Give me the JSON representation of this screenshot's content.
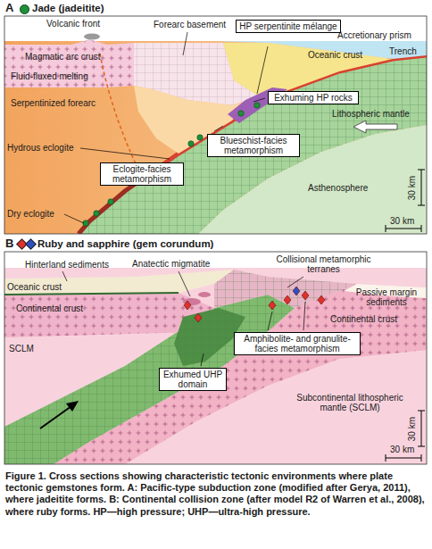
{
  "diagram": {
    "caption": "Figure 1. Cross sections showing characteristic tectonic environments where plate tectonic gemstones form. A: Pacific-type subduction zone (modified after Gerya, 2011), where jadeitite forms. B: Continental collision zone (after model R2 of Warren et al., 2008), where ruby forms. HP—high pressure; UHP—ultra-high pressure.",
    "nodes": [
      {
        "text": [
          "HP serpentinite mélange"
        ]
      },
      {
        "text": [
          "Exhuming HP rocks"
        ]
      },
      {
        "text": [
          "Blueschist-facies metamorphism"
        ]
      },
      {
        "text": [
          "Eclogite-facies metamorphism"
        ]
      },
      {
        "text": [
          "Amphibolite- and granulite-facies metamorphism"
        ]
      },
      {
        "text": [
          "Exhumed UHP domain"
        ]
      }
    ],
    "labels": [
      "A",
      "Forearc basement",
      "Volcanic front",
      "Accretionary prism",
      "Trench",
      "Magmatic arc crust",
      "Oceanic crust",
      "Fluid-fluxed melting",
      "Serpentinized forearc",
      "Lithospheric mantle",
      "Hydrous eclogite",
      "Dry eclogite",
      "Asthenosphere",
      "30 km",
      "30 km",
      "B",
      "Collisional metamorphic terranes",
      "Hinterland sediments",
      "Anatectic migmatite",
      "Oceanic crust",
      "Passive margin sediments",
      "Continental crust",
      "SCLM",
      "Continental crust",
      "Subcontinental lithospheric mantle (SCLM)",
      "30 km",
      "30 km"
    ],
    "legend": [
      {
        "text": "Jade (jadeitite)",
        "color": "#1f8f3a"
      },
      {
        "text": "Ruby and sapphire (gem corundum)"
      }
    ]
  }
}
